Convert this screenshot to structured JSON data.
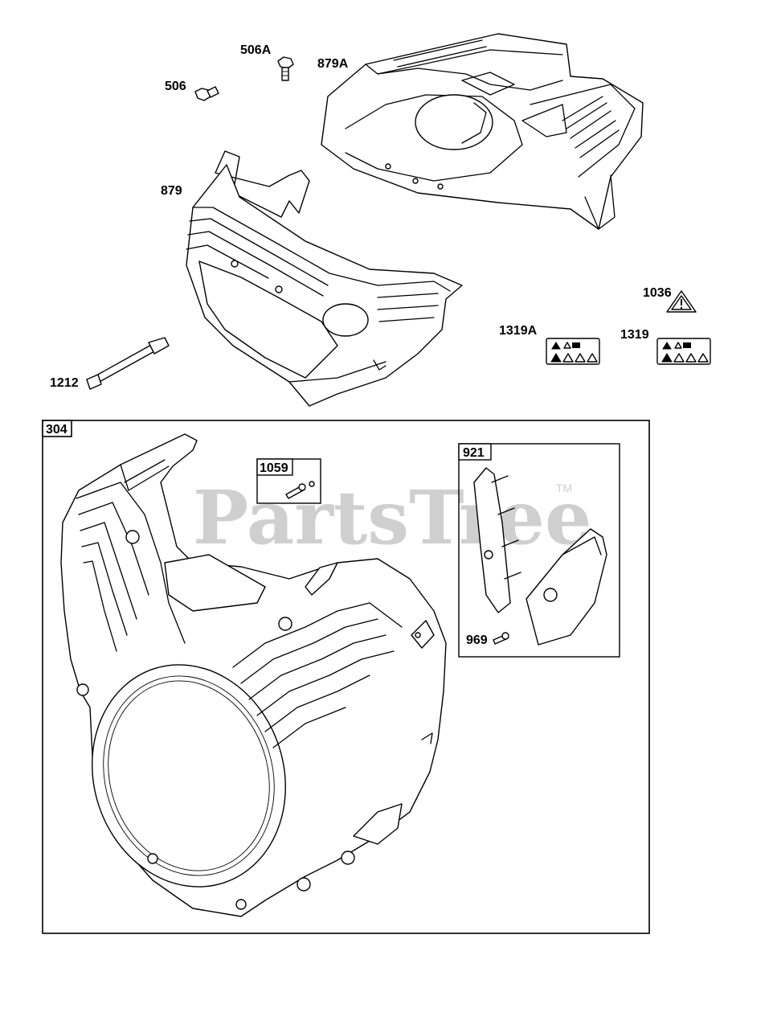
{
  "watermark": {
    "text": "PartsTree",
    "trademark": "TM"
  },
  "callouts": {
    "p506a": "506A",
    "p879a": "879A",
    "p506": "506",
    "p879": "879",
    "p1036": "1036",
    "p1319a": "1319A",
    "p1319": "1319",
    "p1212": "1212"
  },
  "groups": {
    "g304": {
      "label": "304"
    },
    "g1059": {
      "label": "1059"
    },
    "g921": {
      "label": "921",
      "inner_label": "969"
    }
  }
}
